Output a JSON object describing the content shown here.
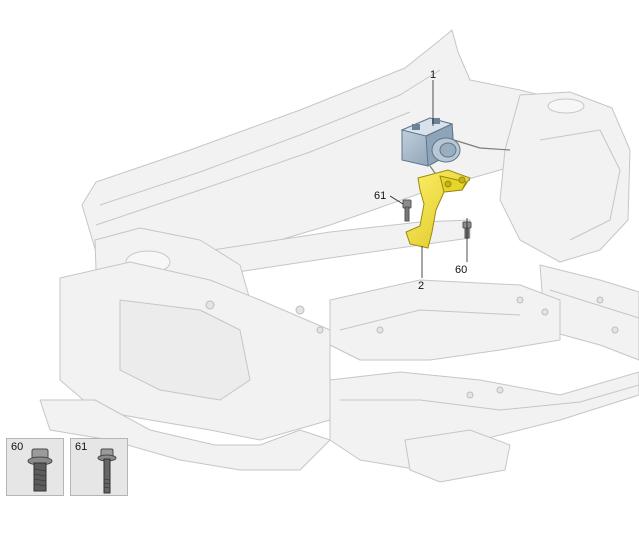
{
  "callouts": {
    "abs_unit": "1",
    "bracket": "2",
    "bolt_60": "60",
    "bolt_61": "61"
  },
  "legend": {
    "items": [
      {
        "label": "60",
        "icon": "flange-bolt-icon"
      },
      {
        "label": "61",
        "icon": "long-bolt-icon"
      }
    ]
  },
  "colors": {
    "body_fill": "#f1f1f1",
    "body_stroke": "#c9c9c9",
    "highlight": "#f2e23a",
    "unit_blue": "#9db2c4"
  }
}
